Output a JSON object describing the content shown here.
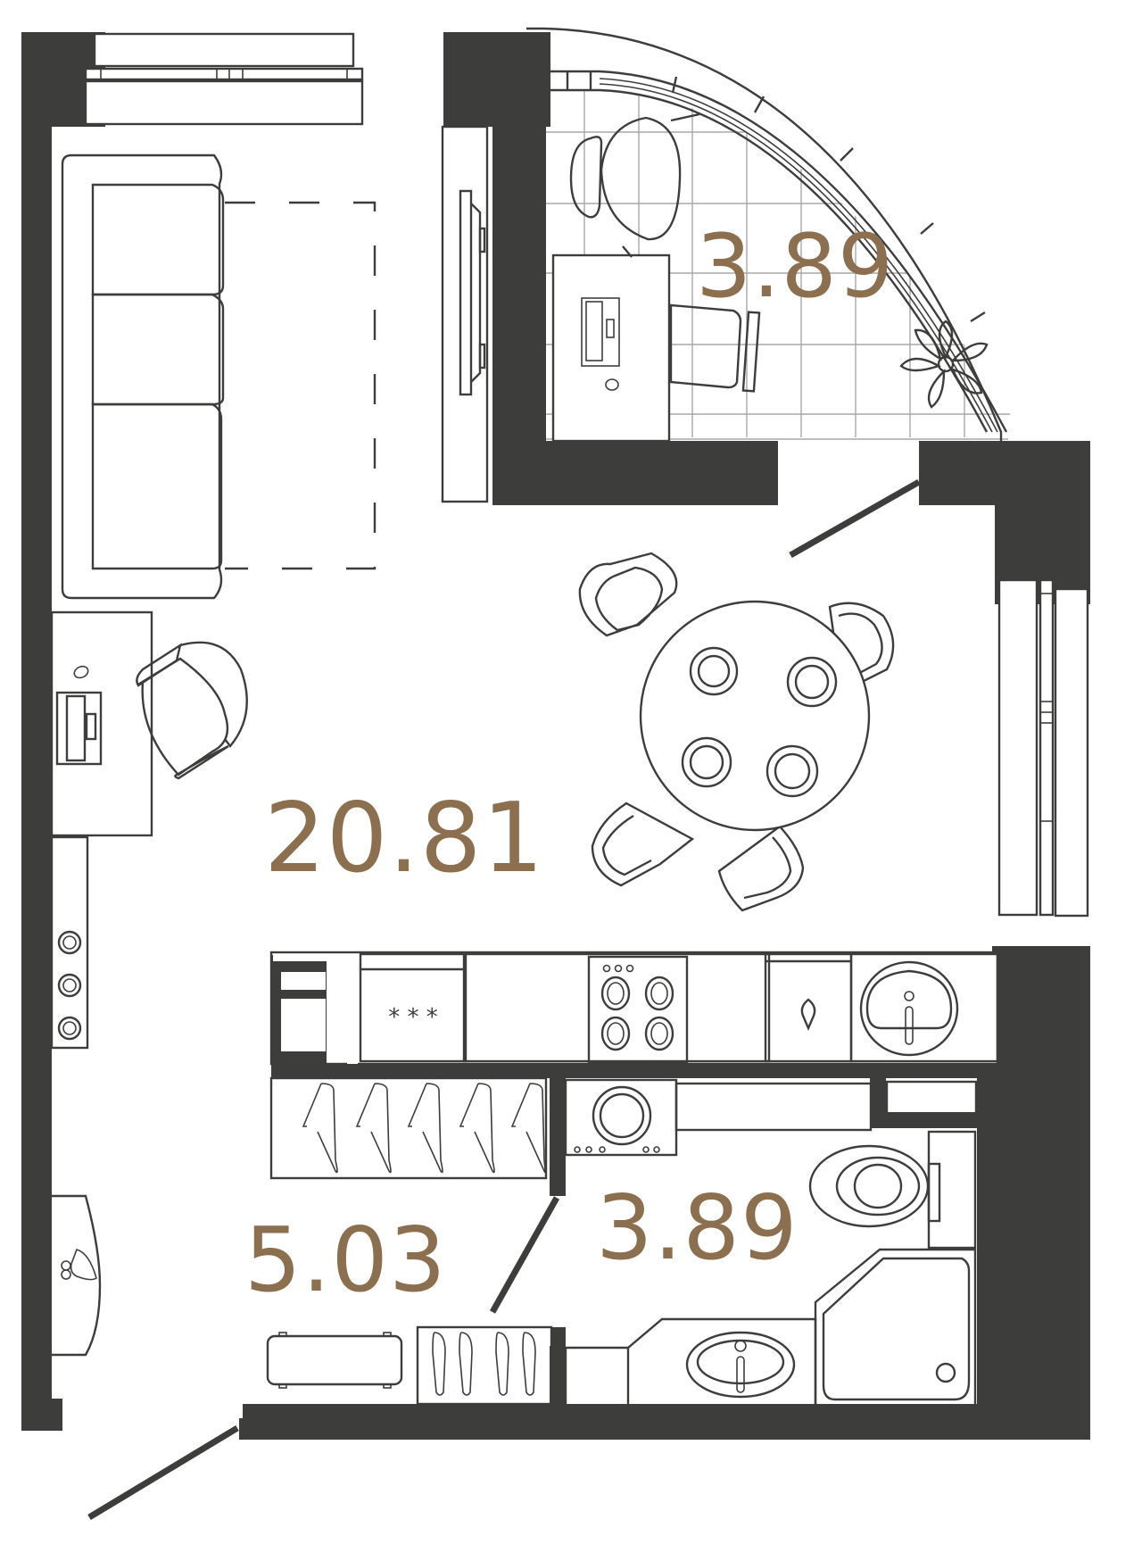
{
  "plan": {
    "type": "apartment-floor-plan",
    "accent_color": "#8b6f4e",
    "wall_color": "#3d3d3b",
    "rooms": [
      {
        "id": "living",
        "name": "living-kitchen room",
        "area": "20.81"
      },
      {
        "id": "balcony",
        "name": "balcony / loggia",
        "area": "3.89"
      },
      {
        "id": "hall",
        "name": "entrance hall",
        "area": "5.03"
      },
      {
        "id": "bath",
        "name": "bathroom",
        "area": "3.89"
      }
    ],
    "kitchen_row": [
      "fridge",
      "freezer-cabinet",
      "counter",
      "cooktop",
      "dishwasher",
      "sink"
    ],
    "furniture": [
      "sofa",
      "rug",
      "tv-unit",
      "desk",
      "armchair",
      "dining-table",
      "dining-chairs",
      "coat-rack",
      "bench",
      "shoe-rack",
      "washing-machine",
      "toilet",
      "washbasin",
      "shower",
      "balcony-desk",
      "balcony-chairs",
      "plant"
    ]
  }
}
